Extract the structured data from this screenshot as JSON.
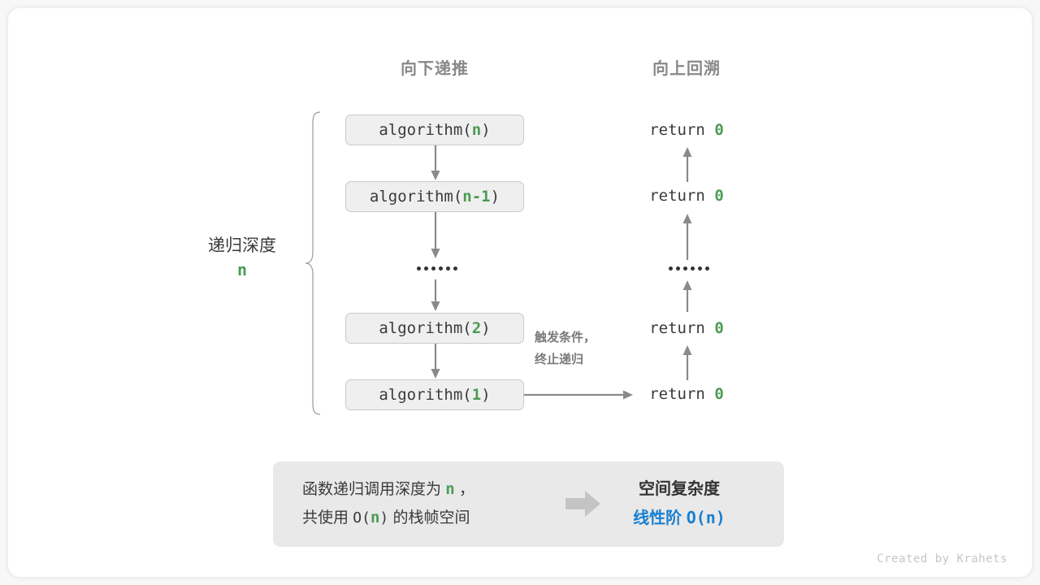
{
  "headers": {
    "down": "向下递推",
    "up": "向上回溯"
  },
  "depth_label": {
    "text": "递归深度",
    "value": "n"
  },
  "call_stack": [
    {
      "fn": "algorithm(",
      "arg": "n",
      "close": ")"
    },
    {
      "fn": "algorithm(",
      "arg": "n-1",
      "close": ")"
    },
    {
      "ellipsis": "••••••"
    },
    {
      "fn": "algorithm(",
      "arg": "2",
      "close": ")"
    },
    {
      "fn": "algorithm(",
      "arg": "1",
      "close": ")"
    }
  ],
  "returns": [
    {
      "kw": "return ",
      "val": "0"
    },
    {
      "kw": "return ",
      "val": "0"
    },
    {
      "ellipsis": "••••••"
    },
    {
      "kw": "return ",
      "val": "0"
    },
    {
      "kw": "return ",
      "val": "0"
    }
  ],
  "note": {
    "line1": "触发条件，",
    "line2": "终止递归"
  },
  "summary": {
    "left_line1_a": "函数递归调用深度为 ",
    "left_line1_n": "n",
    "left_line1_b": " ，",
    "left_line2_a": "共使用 ",
    "left_line2_o": "O(",
    "left_line2_n": "n",
    "left_line2_c": ")",
    "left_line2_b": " 的栈帧空间",
    "right_title": "空间复杂度",
    "right_value_text": "线性阶 ",
    "right_value_mono": "O(n)"
  },
  "credit": "Created by Krahets",
  "colors": {
    "green": "#4b9b52",
    "blue": "#1a80cf",
    "gray_text": "#3a3a3a",
    "header_gray": "#888888",
    "box_fill": "#efefef",
    "box_border": "#c9c9c9",
    "panel_fill": "#e9e9e9",
    "arrow_gray": "#8a8a8a",
    "block_arrow": "#c4c4c4"
  }
}
